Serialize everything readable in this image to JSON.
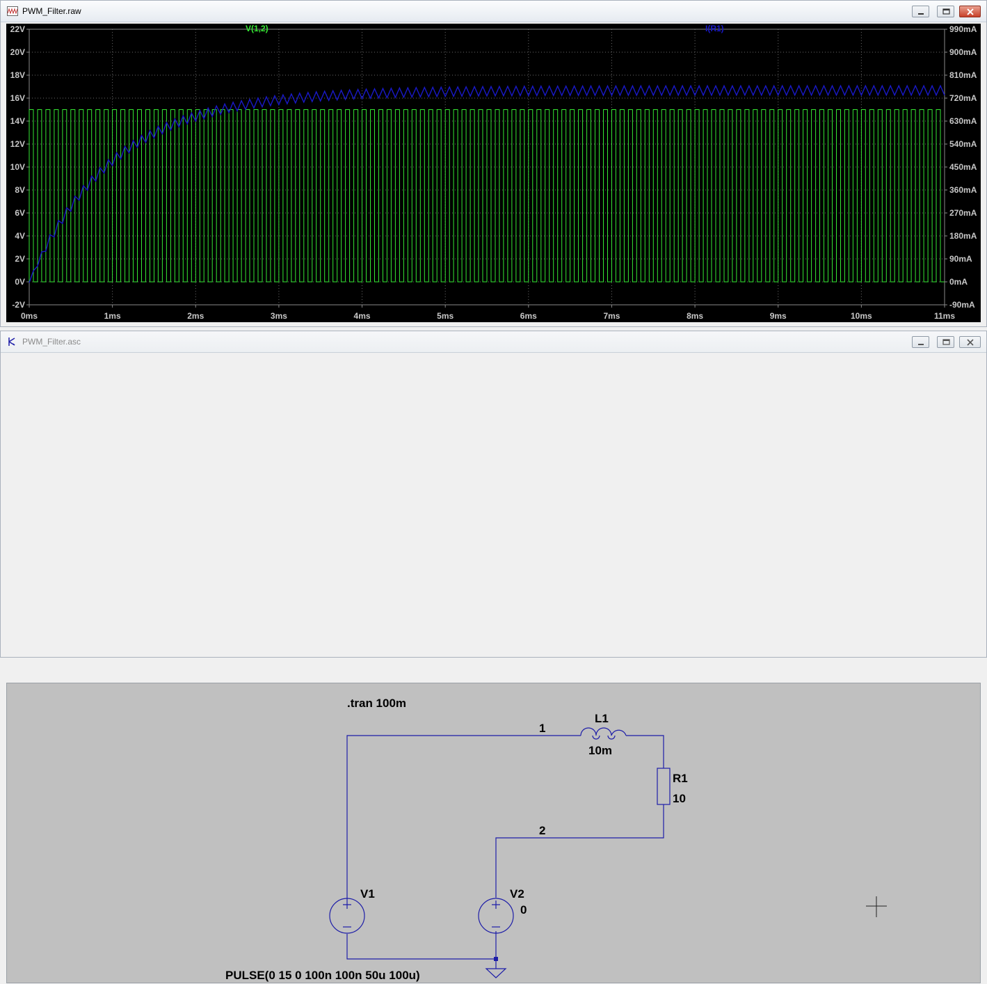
{
  "waveform_window": {
    "title": "PWM_Filter.raw",
    "trace_labels": {
      "v": "V(1,2)",
      "i": "I(R1)"
    },
    "colors": {
      "v": "#35e833",
      "i": "#1919c8",
      "grid": "#6b6b6b",
      "axis_text": "#c8c8c8"
    },
    "chart_data": {
      "type": "line",
      "xlabel": "",
      "ylabel": "",
      "x_ticks": [
        "0ms",
        "1ms",
        "2ms",
        "3ms",
        "4ms",
        "5ms",
        "6ms",
        "7ms",
        "8ms",
        "9ms",
        "10ms",
        "11ms"
      ],
      "xlim": [
        0,
        11
      ],
      "y_left_ticks": [
        "22V",
        "20V",
        "18V",
        "16V",
        "14V",
        "12V",
        "10V",
        "8V",
        "6V",
        "4V",
        "2V",
        "0V",
        "-2V"
      ],
      "y_left_lim": [
        -2,
        22
      ],
      "y_right_ticks": [
        "990mA",
        "900mA",
        "810mA",
        "720mA",
        "630mA",
        "540mA",
        "450mA",
        "360mA",
        "270mA",
        "180mA",
        "90mA",
        "0mA",
        "-90mA"
      ],
      "y_right_lim": [
        -90,
        990
      ],
      "grid": true,
      "series": [
        {
          "name": "V(1,2)",
          "axis": "left",
          "kind": "pwm",
          "low": 0,
          "high": 15,
          "period_ms": 0.1,
          "duty": 0.5
        },
        {
          "name": "I(R1)",
          "axis": "right",
          "kind": "rl_step",
          "final_mA": 750,
          "tau_ms": 1,
          "ripple_mA": 37,
          "start_ms": 0
        }
      ]
    }
  },
  "schematic_window": {
    "title": "PWM_Filter.asc",
    "directive": ".tran 100m",
    "net_labels": [
      "1",
      "2"
    ],
    "components": {
      "L1": {
        "name": "L1",
        "value": "10m"
      },
      "R1": {
        "name": "R1",
        "value": "10"
      },
      "V1": {
        "name": "V1",
        "value": "PULSE(0 15 0 100n 100n 50u 100u)"
      },
      "V2": {
        "name": "V2",
        "value": "0"
      }
    },
    "colors": {
      "wire": "#1e1ea8",
      "component": "#1e1ea8",
      "text": "#000000"
    }
  }
}
